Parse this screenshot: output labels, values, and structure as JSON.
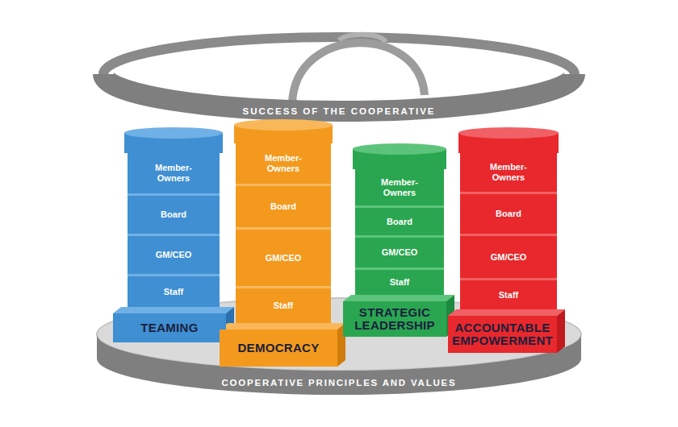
{
  "diagram": {
    "nodes": [
      {
        "text": [
          "SUCCESS OF THE COOPERATIVE"
        ]
      },
      {
        "text": [
          "Member-Owners"
        ]
      },
      {
        "text": [
          "Board"
        ]
      },
      {
        "text": [
          "GM/CEO"
        ]
      },
      {
        "text": [
          "Staff"
        ]
      },
      {
        "text": [
          "TEAMING"
        ]
      },
      {
        "text": [
          "Member-Owners"
        ]
      },
      {
        "text": [
          "Board"
        ]
      },
      {
        "text": [
          "GM/CEO"
        ]
      },
      {
        "text": [
          "Staff"
        ]
      },
      {
        "text": [
          "DEMOCRACY"
        ]
      },
      {
        "text": [
          "Member-Owners"
        ]
      },
      {
        "text": [
          "Board"
        ]
      },
      {
        "text": [
          "GM/CEO"
        ]
      },
      {
        "text": [
          "Staff"
        ]
      },
      {
        "text": [
          "STRATEGIC LEADERSHIP"
        ]
      },
      {
        "text": [
          "Member-Owners"
        ]
      },
      {
        "text": [
          "Board"
        ]
      },
      {
        "text": [
          "GM/CEO"
        ]
      },
      {
        "text": [
          "Staff"
        ]
      },
      {
        "text": [
          "ACCOUNTABLE EMPOWERMENT"
        ]
      },
      {
        "text": [
          "COOPERATIVE PRINCIPLES AND VALUES"
        ]
      }
    ]
  }
}
